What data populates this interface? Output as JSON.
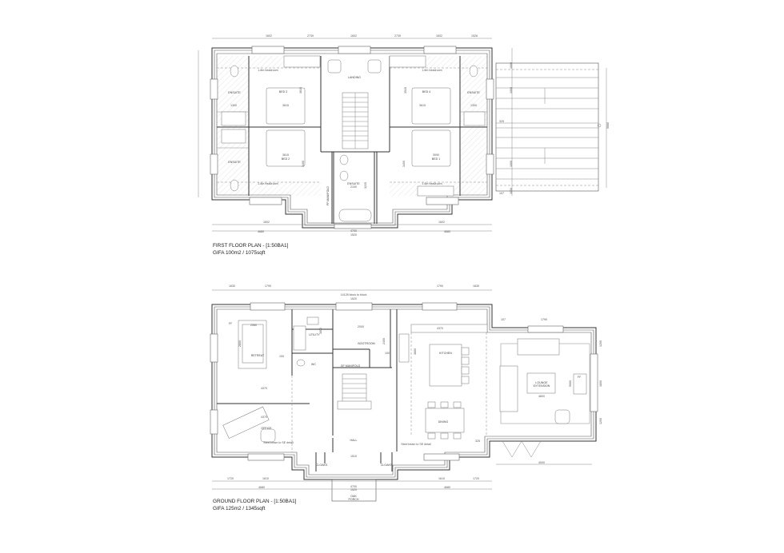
{
  "first_floor": {
    "title": "FIRST FLOOR PLAN -  [1:50BA1]",
    "area": "GIFA 100m2 / 1075sqft",
    "rooms": {
      "landing": "LANDING",
      "bed3": "BED 3",
      "bed4": "BED 4",
      "bed2": "BED 2",
      "bed1": "BED 1",
      "ensuite_tl": "ENSUITE",
      "ensuite_tr": "ENSUITE",
      "ensuite_bl": "ENSUITE",
      "ensuite_c": "ENSUITE",
      "ensuite_c_dim": "2100",
      "airing": "FF MANIFOLD",
      "headroom": "1.8m headroom"
    },
    "room_dims": {
      "ens_l": "1300",
      "ens_r": "1300",
      "bed3": "3615",
      "bed4": "3615",
      "bed2": "3615",
      "bed1": "3090",
      "bed3_v": "3615",
      "bed4_v": "3515",
      "bed2_v": "3400",
      "bed1_v": "3400",
      "ens_c_v": "3215"
    },
    "dims_top": [
      "1602",
      "2739",
      "1602",
      "2739",
      "1602",
      "1526"
    ],
    "dims_bottom": {
      "left_inner": "1602",
      "right_inner": "1602",
      "left": "4680",
      "right": "4680",
      "centre": "4700",
      "centre2": "1520"
    },
    "deck_dims": {
      "a": "1000",
      "b": "1000",
      "c": "1000",
      "d": "1000",
      "gap": "325",
      "gap2": "107",
      "total": "5660"
    }
  },
  "ground_floor": {
    "title": "GROUND FLOOR PLAN -  [1:50BA1]",
    "area": "GIFA 125m2 / 1345sqft",
    "rooms": {
      "retreat": "RETREAT",
      "utility": "UTILITY",
      "bootroom": "BOOTROOM",
      "wc": "WC",
      "manifold": "GF MANIFOLD",
      "kitchen": "KITCHEN",
      "lounge1": "LOUNGE",
      "lounge2": "EXTENSION",
      "dining": "DINING",
      "office": "OFFICE",
      "hall": "HALL",
      "cloaks_l": "CLOAKS",
      "cloaks_r": "CLOAKS",
      "porch1": "OAK",
      "porch2": "PORCH",
      "ff": "FF",
      "ff2": "FF",
      "steel_l": "Steel beam to SE detail",
      "steel_r": "Steel beam to SE detail"
    },
    "room_dims": {
      "retreat_w": "2080",
      "retreat_h": "2800",
      "retreat_d": "4370",
      "office_d": "4370",
      "boot": "2000",
      "boot_v": "2400",
      "kitchen_d": "4370",
      "kitchen_v": "3800",
      "lounge_d": "4800",
      "lounge_v": "5000",
      "hall_d": "1510",
      "k_325": "325",
      "ret_100": "100",
      "boot_100": "100",
      "u_v": "1800"
    },
    "overall": "14128 block to block",
    "overall2": "1520",
    "dims_top": [
      "1630",
      "1790",
      "1790",
      "1630"
    ],
    "dims_bottom": {
      "a": "1720",
      "b": "1610",
      "c": "1610",
      "d": "1720",
      "left": "4680",
      "right": "4680",
      "centre": "4700",
      "centre2": "1520",
      "lounge": "4000"
    },
    "lounge_top": {
      "a": "107",
      "b": "1790"
    },
    "lounge_side": {
      "a": "1200",
      "b": "1800",
      "c": "1200"
    }
  }
}
